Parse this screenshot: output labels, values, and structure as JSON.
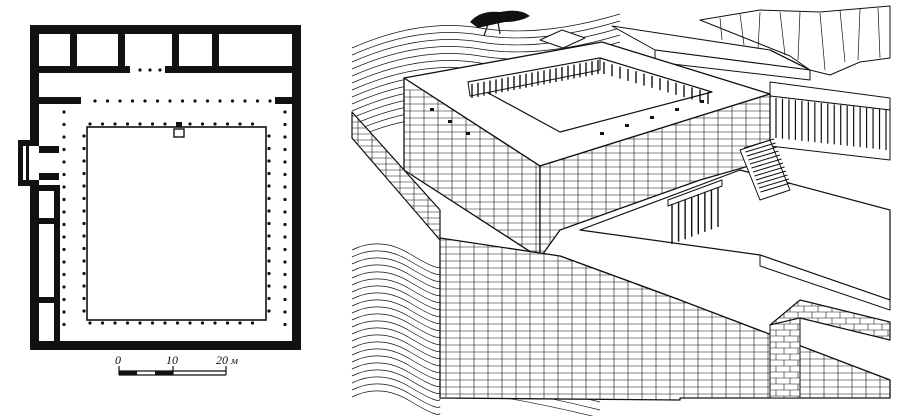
{
  "scale_bar": {
    "ticks": [
      "0",
      "10",
      "20"
    ],
    "unit": "м"
  },
  "colors": {
    "ink": "#111111",
    "paper": "#ffffff"
  }
}
